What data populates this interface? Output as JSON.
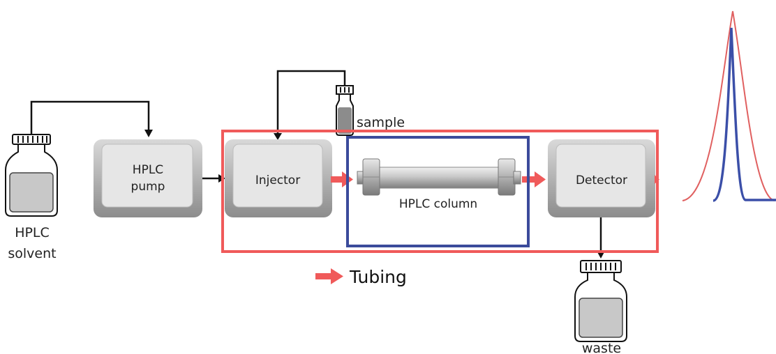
{
  "labels": {
    "solvent_line1": "HPLC",
    "solvent_line2": "solvent",
    "pump_line1": "HPLC",
    "pump_line2": "pump",
    "injector": "Injector",
    "sample": "sample",
    "column": "HPLC column",
    "detector": "Detector",
    "waste": "waste",
    "legend_tubing": "Tubing"
  },
  "colors": {
    "tubing": "#f05a5a",
    "column_outline": "#3b4b9b",
    "peak_broad": "#e06060",
    "peak_narrow": "#3b4fa8",
    "line": "#111111"
  }
}
